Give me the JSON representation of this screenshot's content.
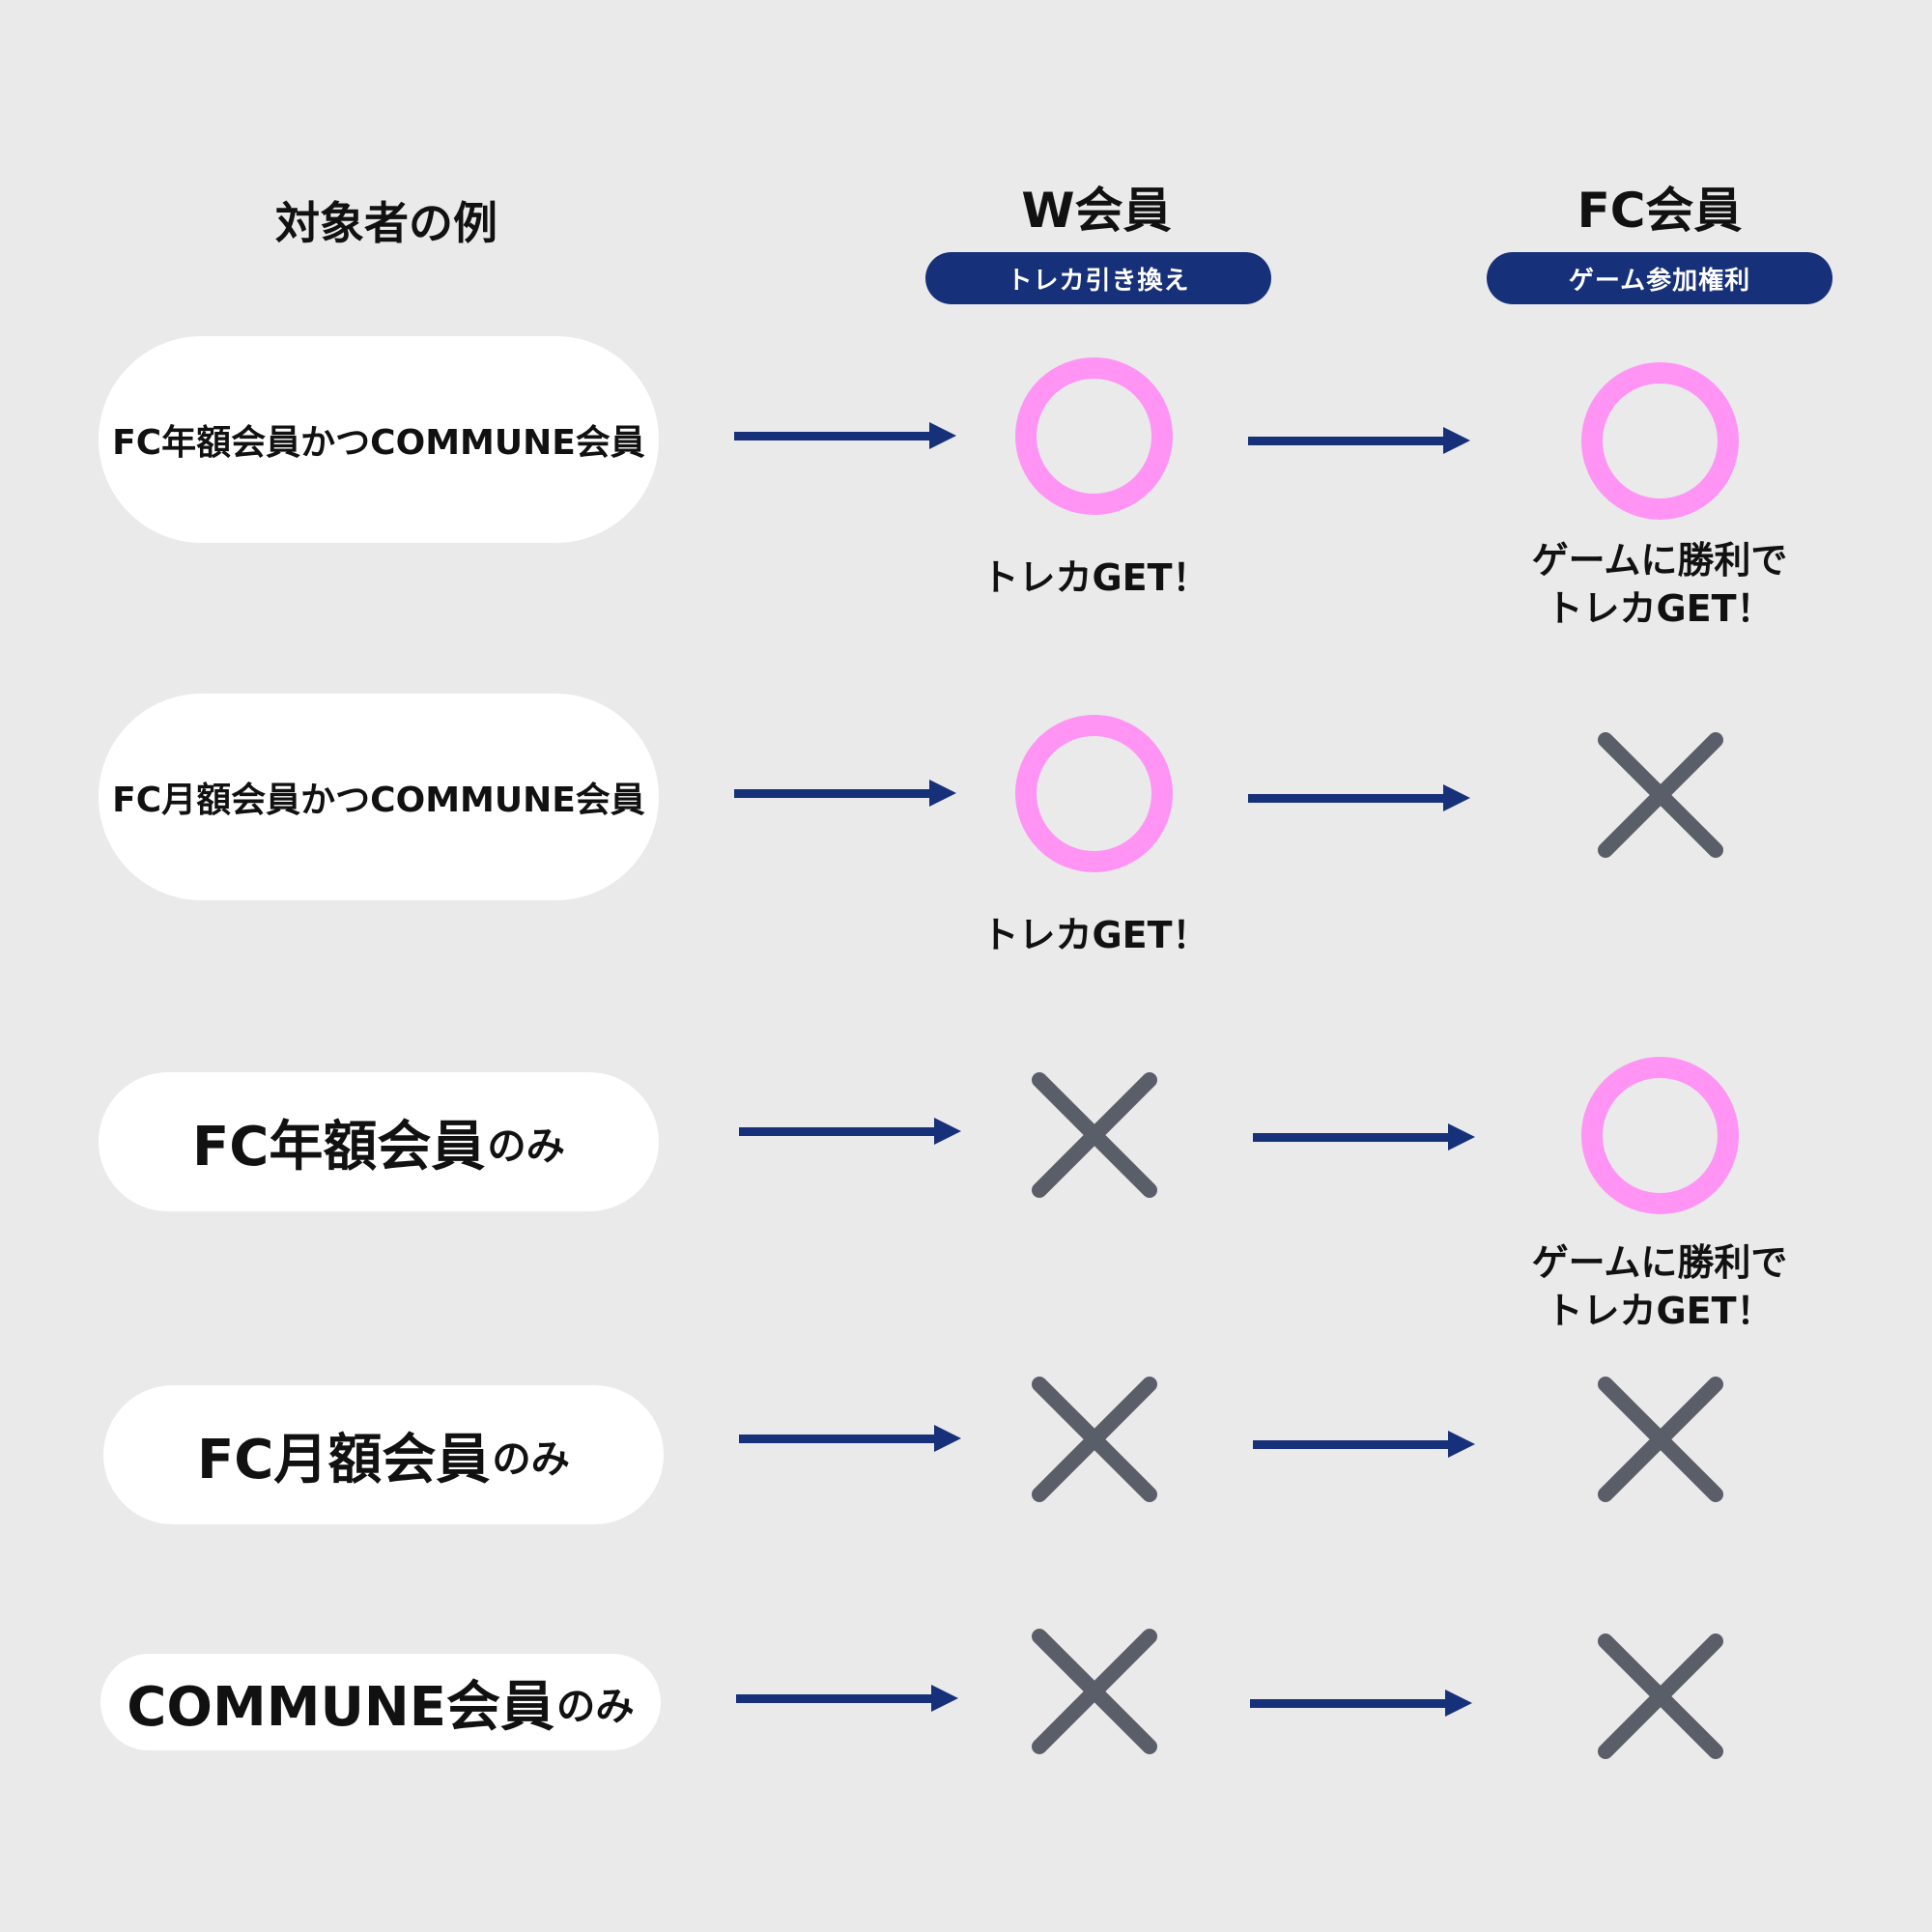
{
  "header": {
    "examples_title": "対象者の例",
    "w_member_title": "W会員",
    "fc_member_title": "FC会員",
    "w_member_pill": "トレカ引き換え",
    "fc_member_pill": "ゲーム参加権利"
  },
  "rows": [
    {
      "label": "FC年額会員かつCOMMUNE会員",
      "suffix": "",
      "w": "circle",
      "w_caption": "トレカGET！",
      "fc": "circle",
      "fc_caption_1": "ゲームに勝利で",
      "fc_caption_2": "トレカGET！"
    },
    {
      "label": "FC月額会員かつCOMMUNE会員",
      "suffix": "",
      "w": "circle",
      "w_caption": "トレカGET！",
      "fc": "cross",
      "fc_caption_1": "",
      "fc_caption_2": ""
    },
    {
      "label": "FC年額会員",
      "suffix": "のみ",
      "w": "cross",
      "w_caption": "",
      "fc": "circle",
      "fc_caption_1": "ゲームに勝利で",
      "fc_caption_2": "トレカGET！"
    },
    {
      "label": "FC月額会員",
      "suffix": "のみ",
      "w": "cross",
      "w_caption": "",
      "fc": "cross",
      "fc_caption_1": "",
      "fc_caption_2": ""
    },
    {
      "label": "COMMUNE会員",
      "suffix": "のみ",
      "w": "cross",
      "w_caption": "",
      "fc": "cross",
      "fc_caption_1": "",
      "fc_caption_2": ""
    }
  ],
  "colors": {
    "background": "#eaeaea",
    "accent_navy": "#17307a",
    "circle_pink": "#ff94f4",
    "cross_gray": "#5a5e68"
  },
  "icons": {
    "available": "circle-icon",
    "unavailable": "cross-icon",
    "flow": "arrow-right-icon"
  }
}
